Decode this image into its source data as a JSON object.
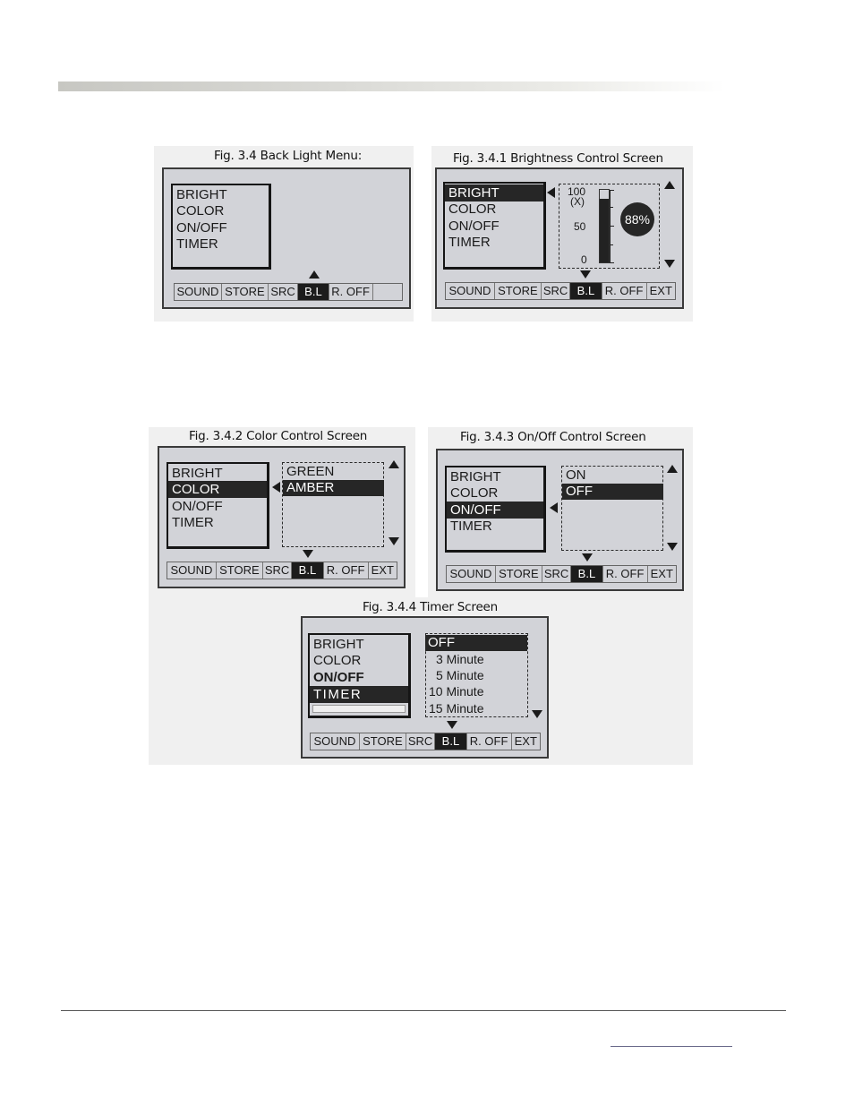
{
  "captions": {
    "fig34": "Fig. 3.4 Back Light Menu:",
    "fig341": "Fig. 3.4.1 Brightness Control Screen",
    "fig342": "Fig. 3.4.2 Color Control Screen",
    "fig343": "Fig. 3.4.3 On/Off Control Screen",
    "fig344": "Fig. 3.4.4 Timer Screen"
  },
  "menu": [
    "BRIGHT",
    "COLOR",
    "ON/OFF",
    "TIMER"
  ],
  "tabs_short": [
    "SOUND",
    "STORE",
    "SRC",
    "B.L",
    "R. OFF",
    ""
  ],
  "tabs": [
    "SOUND",
    "STORE",
    "SRC",
    "B.L",
    "R. OFF",
    "EXT"
  ],
  "active_tab": "B.L",
  "brightness": {
    "scale_top": "100",
    "scale_unit": "(X)",
    "scale_mid": "50",
    "scale_bottom": "0",
    "percent_label": "88%",
    "level_fraction": 0.88
  },
  "color_options": [
    "GREEN",
    "AMBER"
  ],
  "onoff_options": [
    "ON",
    "OFF"
  ],
  "timer_options": [
    "OFF",
    "3 Minute",
    "5 Minute",
    "10 Minute",
    "15 Minute"
  ],
  "colors": {
    "screen_bg": "#d2d3d8",
    "selected_bg": "#262626",
    "header_gradient": "#c7c7c2"
  }
}
